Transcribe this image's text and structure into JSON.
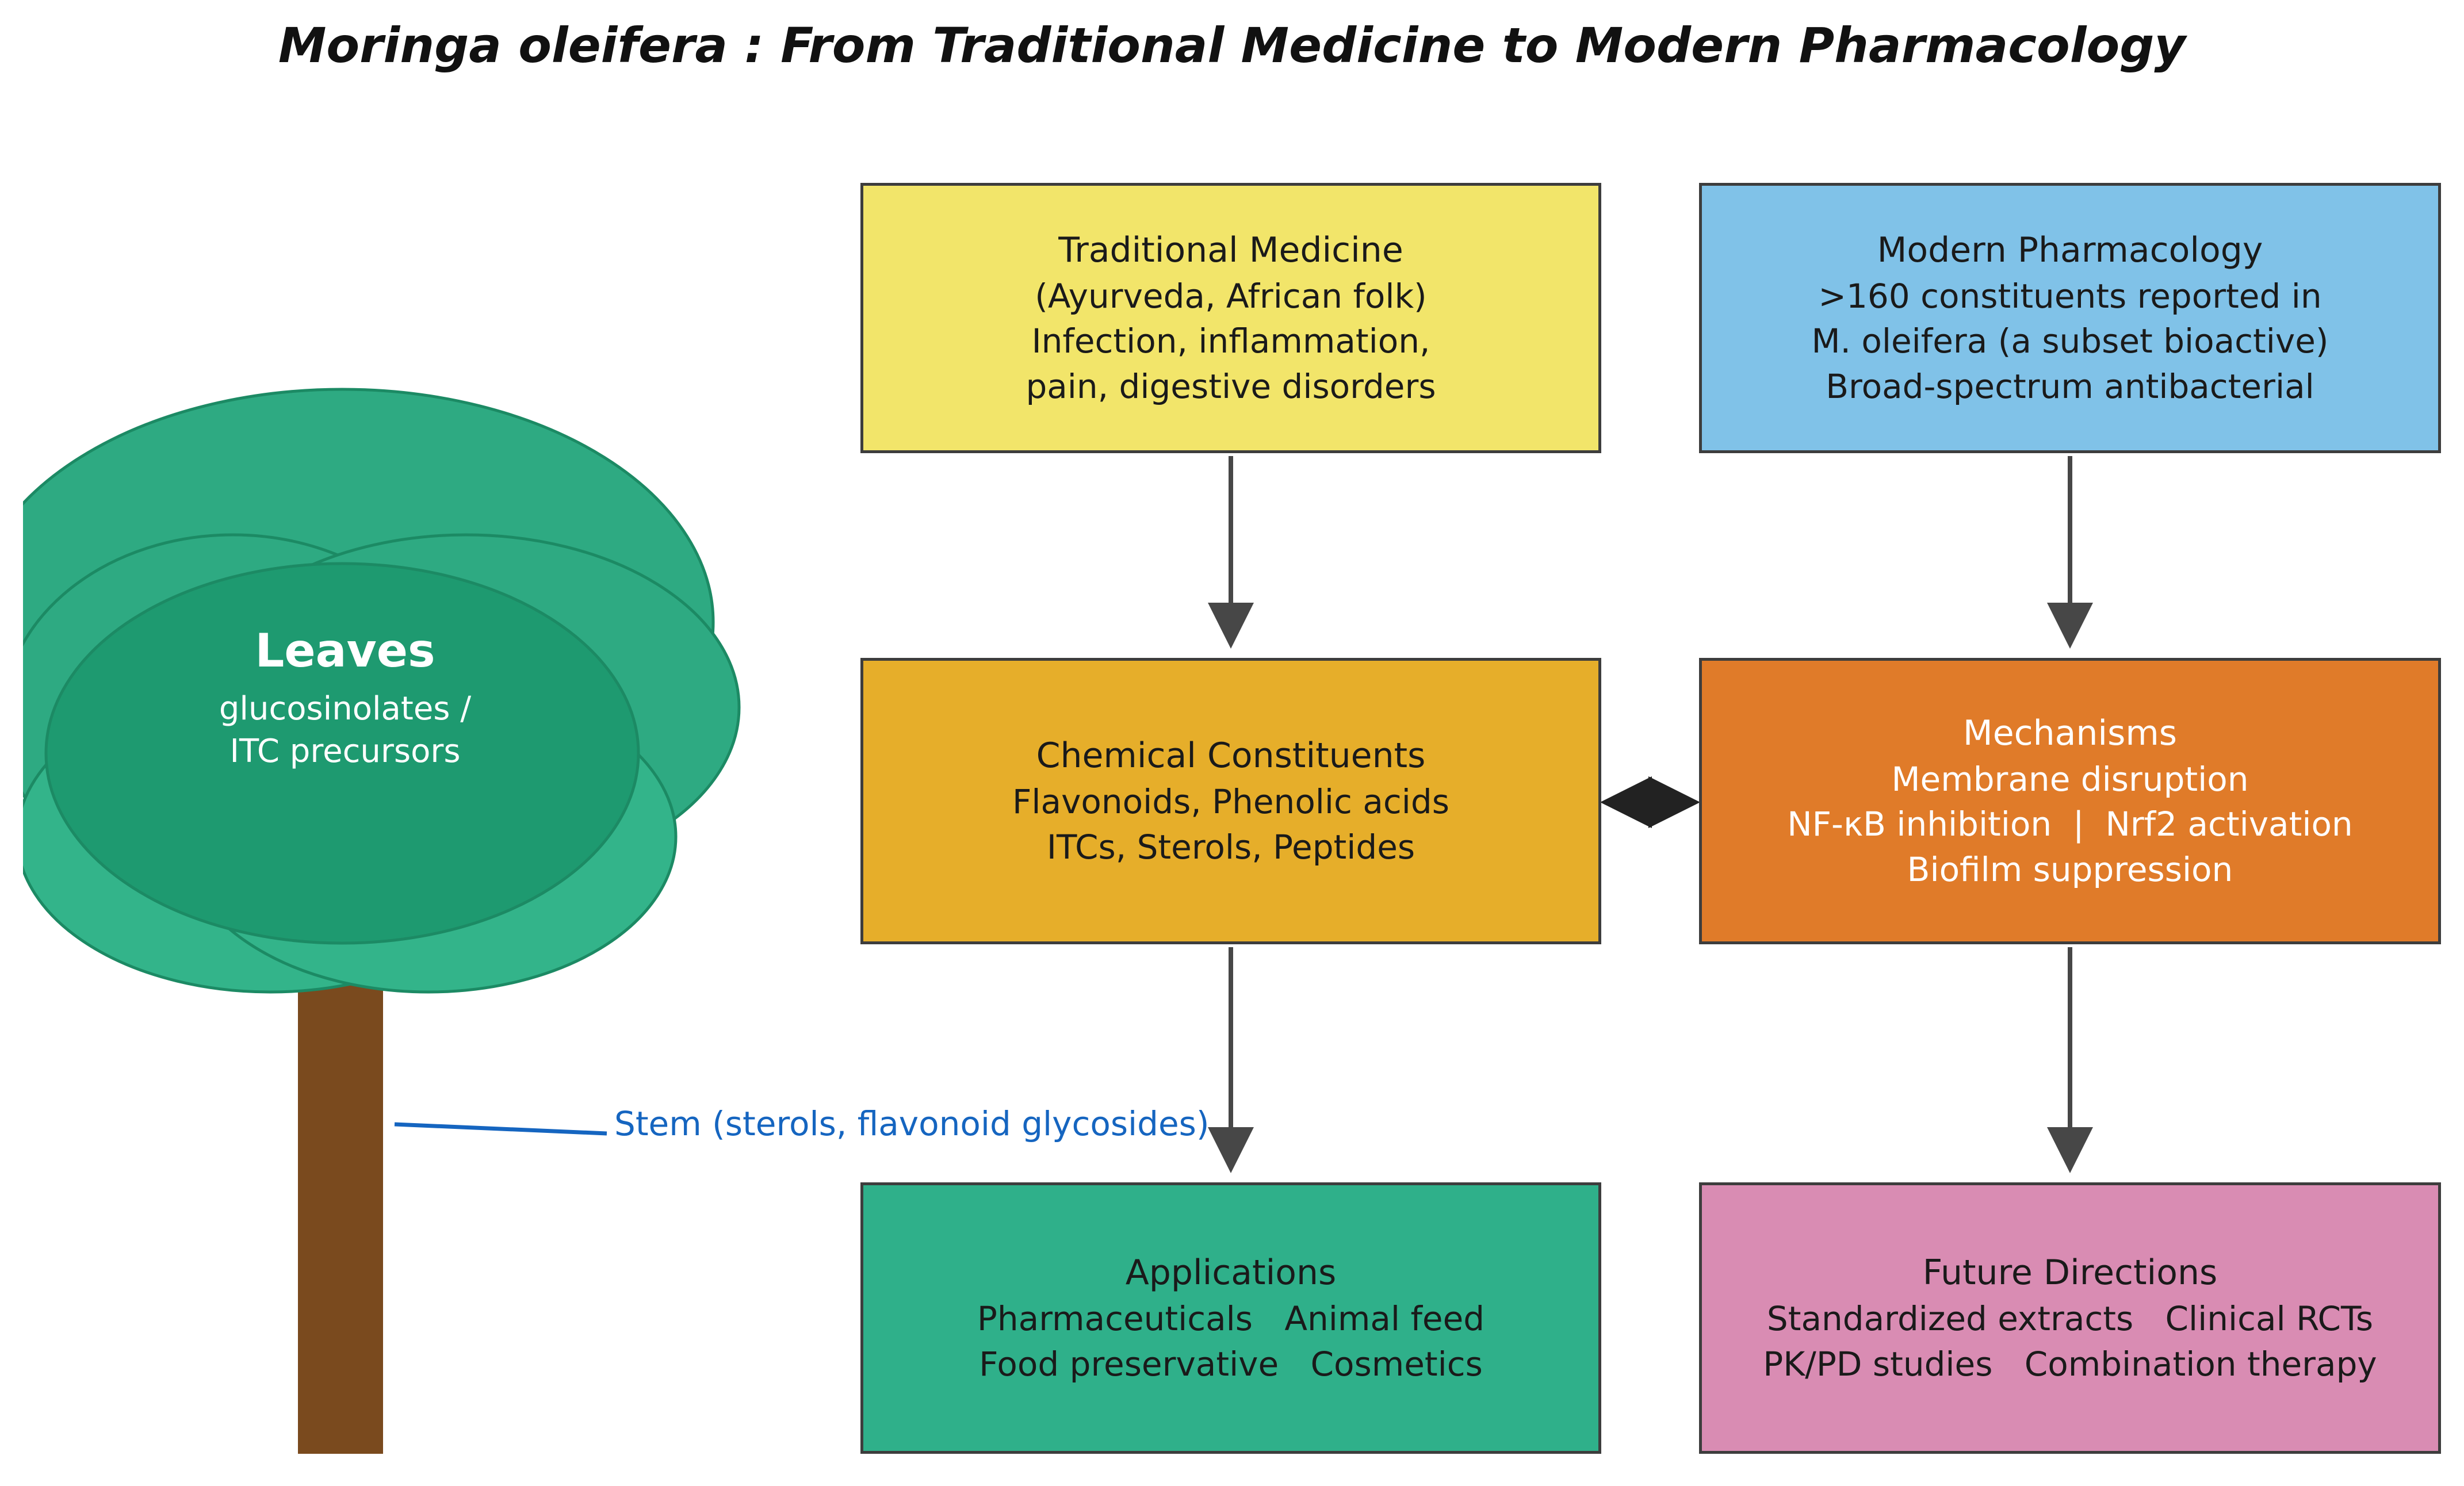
{
  "title": "Moringa oleifera : From Traditional Medicine to Modern Pharmacology",
  "tree": {
    "leaves_title": "Leaves",
    "leaves_sub_1": "glucosinolates /",
    "leaves_sub_2": "ITC precursors",
    "stem_label": "Stem (sterols, flavonoid glycosides)",
    "colors": {
      "canopy": "#2eaa82",
      "canopy_dark": "#1e9a70",
      "trunk": "#7a4a1e",
      "stem_label": "#1565c0"
    }
  },
  "boxes": {
    "traditional": {
      "lines": [
        "Traditional Medicine",
        "(Ayurveda, African folk)",
        "Infection, inflammation,",
        "pain, digestive disorders"
      ],
      "color": "#f2e56a"
    },
    "modern": {
      "lines": [
        "Modern Pharmacology",
        ">160 constituents reported in",
        "M. oleifera (a subset bioactive)",
        "Broad-spectrum antibacterial"
      ],
      "color": "#80c2e8"
    },
    "constituents": {
      "lines": [
        "Chemical Constituents",
        "Flavonoids, Phenolic acids",
        "ITCs, Sterols, Peptides"
      ],
      "color": "#e6ae2a"
    },
    "mechanisms": {
      "lines": [
        "Mechanisms",
        "Membrane disruption",
        "NF-κB inhibition  |  Nrf2 activation",
        "Biofilm suppression"
      ],
      "color": "#e07b29"
    },
    "applications": {
      "lines": [
        "Applications",
        "Pharmaceuticals   Animal feed",
        "Food preservative   Cosmetics"
      ],
      "color": "#2fb08a"
    },
    "future": {
      "lines": [
        "Future Directions",
        "Standardized extracts   Clinical RCTs",
        "PK/PD studies   Combination therapy"
      ],
      "color": "#d98cb3"
    }
  }
}
